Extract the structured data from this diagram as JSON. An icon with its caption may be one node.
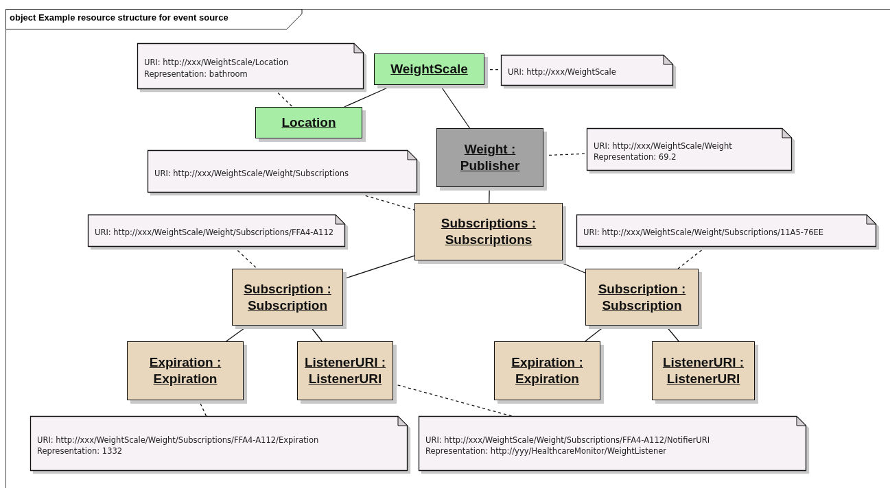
{
  "diagram": {
    "title": "object Example resource structure for event source",
    "nodes": [
      {
        "text": [
          "URI: http://xxx/WeightScale/Location",
          "Representation: bathroom"
        ]
      },
      {
        "text": [
          "WeightScale"
        ]
      },
      {
        "text": [
          "URI: http://xxx/WeightScale"
        ]
      },
      {
        "text": [
          "Location"
        ]
      },
      {
        "text": [
          "Weight : Publisher"
        ]
      },
      {
        "text": [
          "URI: http://xxx/WeightScale/Weight",
          "Representation: 69.2"
        ]
      },
      {
        "text": [
          "URI: http://xxx/WeightScale/Weight/Subscriptions"
        ]
      },
      {
        "text": [
          "Subscriptions : Subscriptions"
        ]
      },
      {
        "text": [
          "URI: http://xxx/WeightScale/Weight/Subscriptions/FFA4-A112"
        ]
      },
      {
        "text": [
          "URI: http://xxx/WeightScale/Weight/Subscriptions/11A5-76EE"
        ]
      },
      {
        "text": [
          "Subscription : Subscription"
        ]
      },
      {
        "text": [
          "Subscription : Subscription"
        ]
      },
      {
        "text": [
          "Expiration : Expiration"
        ]
      },
      {
        "text": [
          "ListenerURI : ListenerURI"
        ]
      },
      {
        "text": [
          "Expiration : Expiration"
        ]
      },
      {
        "text": [
          "ListenerURI : ListenerURI"
        ]
      },
      {
        "text": [
          "URI: http://xxx/WeightScale/Weight/Subscriptions/FFA4-A112/Expiration",
          "Representation: 1332"
        ]
      },
      {
        "text": [
          "URI: http://xxx/WeightScale/Weight/Subscriptions/FFA4-A112/NotifierURI",
          "Representation: http://yyy/HealthcareMonitor/WeightListener"
        ]
      }
    ],
    "edges": [
      {
        "from": 0,
        "to": 3,
        "arrow": "none",
        "style": "dashed"
      },
      {
        "from": 1,
        "to": 2,
        "arrow": "none",
        "style": "dashed"
      },
      {
        "from": 1,
        "to": 3,
        "arrow": "none"
      },
      {
        "from": 1,
        "to": 4,
        "arrow": "none"
      },
      {
        "from": 4,
        "to": 5,
        "arrow": "none",
        "style": "dashed"
      },
      {
        "from": 6,
        "to": 7,
        "arrow": "none",
        "style": "dashed"
      },
      {
        "from": 4,
        "to": 7,
        "arrow": "none"
      },
      {
        "from": 8,
        "to": 10,
        "arrow": "none",
        "style": "dashed"
      },
      {
        "from": 9,
        "to": 11,
        "arrow": "none",
        "style": "dashed"
      },
      {
        "from": 7,
        "to": 10,
        "arrow": "none"
      },
      {
        "from": 7,
        "to": 11,
        "arrow": "none"
      },
      {
        "from": 10,
        "to": 12,
        "arrow": "none"
      },
      {
        "from": 10,
        "to": 13,
        "arrow": "none"
      },
      {
        "from": 11,
        "to": 14,
        "arrow": "none"
      },
      {
        "from": 11,
        "to": 15,
        "arrow": "none"
      },
      {
        "from": 16,
        "to": 12,
        "arrow": "none",
        "style": "dashed"
      },
      {
        "from": 17,
        "to": 13,
        "arrow": "none",
        "style": "dashed"
      }
    ]
  }
}
